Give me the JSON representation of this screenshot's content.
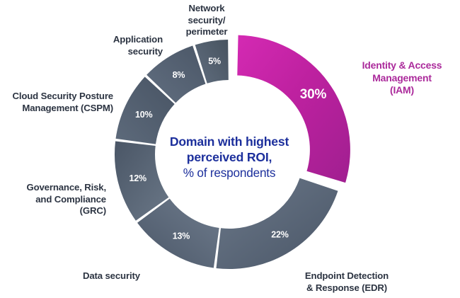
{
  "center_text": {
    "line1": "Domain with highest",
    "line2": "perceived ROI,",
    "line3": "% of respondents",
    "color": "#1c2f9c"
  },
  "colors": {
    "highlight": "#bd229f",
    "highlight_light": "#d12ab0",
    "highlight_dark": "#9f2090",
    "slate": "#525f70",
    "slate_light": "#68758a",
    "slate_dark": "#414d5e",
    "label_text": "#2c3442",
    "highlight_label_text": "#ab2a9b",
    "slice_label_text": "#ffffff",
    "background": "#ffffff",
    "divider": "#ffffff"
  },
  "chart_data": {
    "type": "pie",
    "variant": "donut",
    "title": "Domain with highest perceived ROI, % of respondents",
    "subtitle": "",
    "xlabel": "",
    "ylabel": "",
    "unit": "%",
    "total": 100,
    "legend_position": "around-chart",
    "grid": false,
    "start_angle_deg": 0,
    "direction": "clockwise",
    "categories": [
      "Identity & Access Management (IAM)",
      "Endpoint Detection & Response (EDR)",
      "Data security",
      "Governance, Risk, and Compliance (GRC)",
      "Cloud Security Posture Management (CSPM)",
      "Application security",
      "Network security/perimeter"
    ],
    "values": [
      30,
      22,
      13,
      12,
      10,
      8,
      5
    ],
    "slices": [
      {
        "id": "iam",
        "label": "Identity & Access\nManagement\n(IAM)",
        "label_plain": "Identity & Access Management (IAM)",
        "value": 30,
        "value_label": "30%",
        "highlighted": true,
        "exploded": true,
        "color": "#bd229f"
      },
      {
        "id": "edr",
        "label": "Endpoint Detection\n& Response (EDR)",
        "label_plain": "Endpoint Detection & Response (EDR)",
        "value": 22,
        "value_label": "22%",
        "highlighted": false,
        "exploded": false,
        "color": "#5b6878"
      },
      {
        "id": "data-security",
        "label": "Data security",
        "label_plain": "Data security",
        "value": 13,
        "value_label": "13%",
        "highlighted": false,
        "exploded": false,
        "color": "#525f70"
      },
      {
        "id": "grc",
        "label": "Governance, Risk,\nand Compliance\n(GRC)",
        "label_plain": "Governance, Risk, and Compliance (GRC)",
        "value": 12,
        "value_label": "12%",
        "highlighted": false,
        "exploded": false,
        "color": "#535f71"
      },
      {
        "id": "cspm",
        "label": "Cloud Security Posture\nManagement (CSPM)",
        "label_plain": "Cloud Security Posture Management (CSPM)",
        "value": 10,
        "value_label": "10%",
        "highlighted": false,
        "exploded": false,
        "color": "#53606f"
      },
      {
        "id": "application-security",
        "label": "Application\nsecurity",
        "label_plain": "Application security",
        "value": 8,
        "value_label": "8%",
        "highlighted": false,
        "exploded": false,
        "color": "#4e5b6c"
      },
      {
        "id": "network-security",
        "label": "Network\nsecurity/\nperimeter",
        "label_plain": "Network security/perimeter",
        "value": 5,
        "value_label": "5%",
        "highlighted": false,
        "exploded": false,
        "color": "#4a5768"
      }
    ]
  }
}
